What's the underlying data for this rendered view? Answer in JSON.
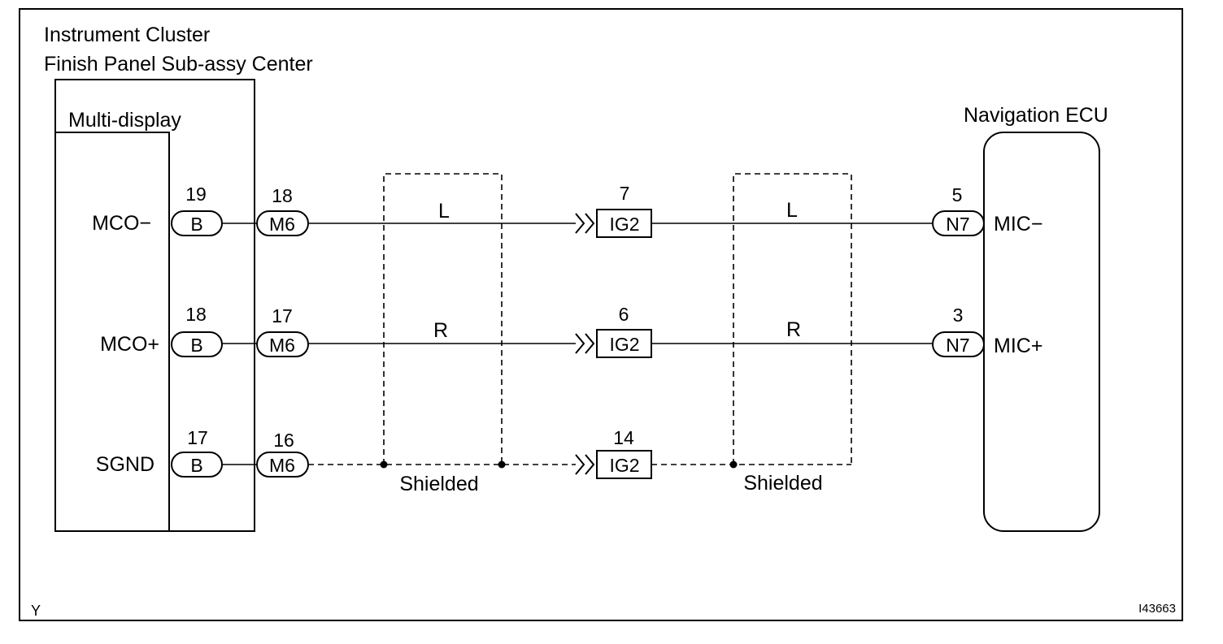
{
  "diagram": {
    "left_component": {
      "title_line1": "Instrument Cluster",
      "title_line2": "Finish Panel Sub-assy Center",
      "sub_component": "Multi-display"
    },
    "right_component": {
      "title": "Navigation ECU"
    },
    "circuits": [
      {
        "left_signal": "MCO−",
        "left_pin": "19",
        "left_connector": "B",
        "mid_pin": "18",
        "mid_connector": "M6",
        "wire_left": "L",
        "joint_pin": "7",
        "joint_connector": "IG2",
        "wire_right": "L",
        "right_pin": "5",
        "right_connector": "N7",
        "right_signal": "MIC−"
      },
      {
        "left_signal": "MCO+",
        "left_pin": "18",
        "left_connector": "B",
        "mid_pin": "17",
        "mid_connector": "M6",
        "wire_left": "R",
        "joint_pin": "6",
        "joint_connector": "IG2",
        "wire_right": "R",
        "right_pin": "3",
        "right_connector": "N7",
        "right_signal": "MIC+"
      },
      {
        "left_signal": "SGND",
        "left_pin": "17",
        "left_connector": "B",
        "mid_pin": "16",
        "mid_connector": "M6",
        "joint_pin": "14",
        "joint_connector": "IG2"
      }
    ],
    "shield_labels": [
      "Shielded",
      "Shielded"
    ],
    "corner_mark": "Y",
    "figure_id": "I43663"
  }
}
